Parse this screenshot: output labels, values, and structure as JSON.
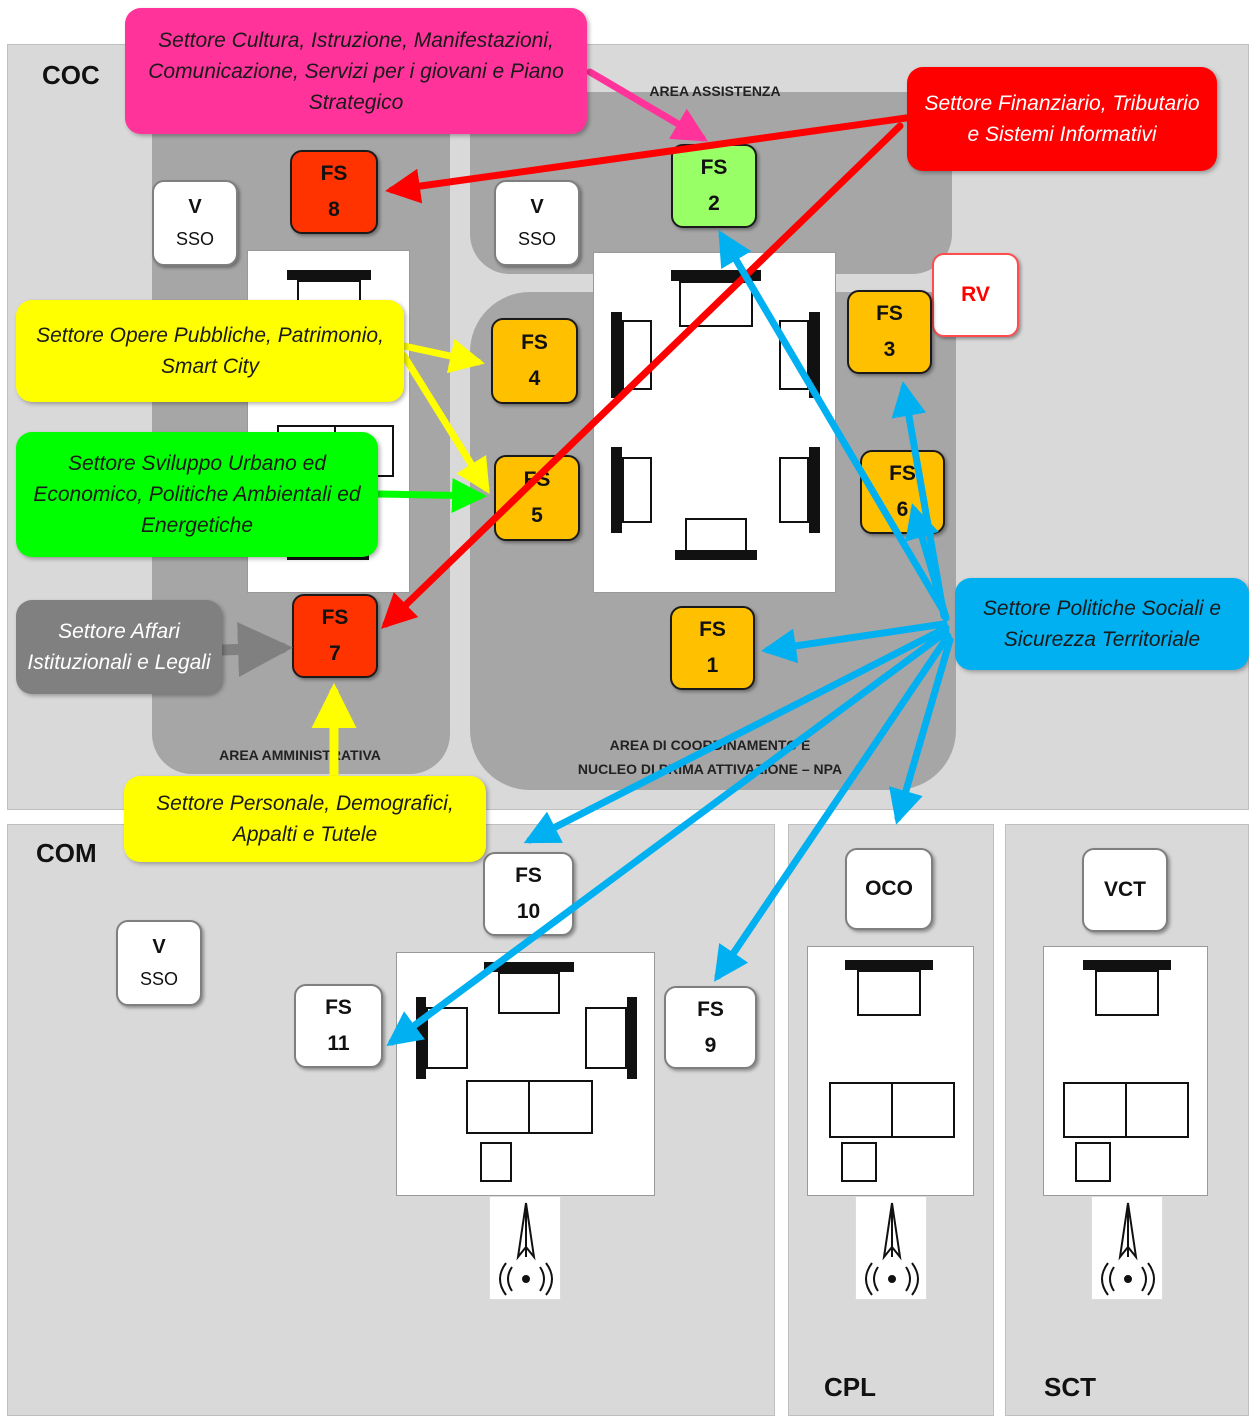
{
  "panels": {
    "coc": "COC",
    "com": "COM",
    "cpl": "CPL",
    "sct": "SCT"
  },
  "areas": {
    "assistenza": "AREA ASSISTENZA",
    "amministrativa": "AREA AMMINISTRATIVA",
    "coordinamento_line1": "AREA DI COORDINAMENTO E",
    "coordinamento_line2": "NUCLEO DI PRIMA ATTIVAZIONE – NPA"
  },
  "functions": {
    "fs_label": "FS",
    "fs1": "1",
    "fs2": "2",
    "fs3": "3",
    "fs4": "4",
    "fs5": "5",
    "fs6": "6",
    "fs7": "7",
    "fs8": "8",
    "fs9": "9",
    "fs10": "10",
    "fs11": "11"
  },
  "units": {
    "v": "V",
    "sso": "SSO",
    "rv": "RV",
    "oco": "OCO",
    "vct": "VCT"
  },
  "callouts": {
    "cultura": "Settore Cultura, Istruzione, Manifestazioni, Comunicazione, Servizi per i giovani e Piano Strategico",
    "finanziario": "Settore Finanziario, Tributario e Sistemi Informativi",
    "opere": "Settore Opere Pubbliche, Patrimonio, Smart City",
    "sviluppo": "Settore Sviluppo Urbano ed Economico, Politiche Ambientali ed Energetiche",
    "affari": "Settore Affari Istituzionali e Legali",
    "personale": "Settore Personale, Demografici, Appalti e Tutele",
    "sociali": "Settore Politiche Sociali e Sicurezza Territoriale"
  },
  "colors": {
    "pink": "#ff3399",
    "red": "#ff0000",
    "yellow": "#ffff00",
    "green": "#00ff00",
    "gray": "#808080",
    "cyan": "#00b0f0",
    "orange_box": "#ffc000",
    "red_box": "#ff3300",
    "green_box": "#99ff66"
  }
}
